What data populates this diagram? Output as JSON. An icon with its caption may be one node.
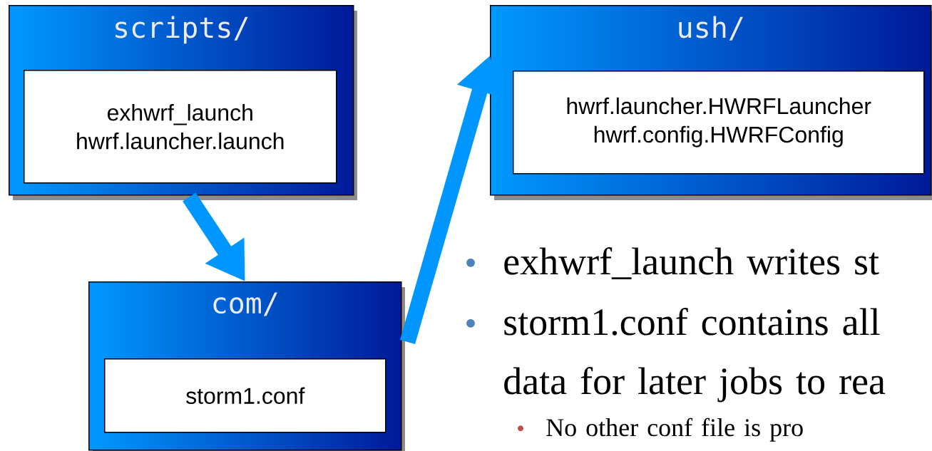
{
  "diagram": {
    "nodes": [
      {
        "text": [
          "scripts/"
        ]
      },
      {
        "text": [
          "exhwrf_launch hwrf.launcher.launch"
        ],
        "in": 0
      },
      {
        "text": [
          "ush/"
        ]
      },
      {
        "text": [
          "hwrf.launcher.HWRFLauncher hwrf.config.HWRFConfig"
        ],
        "in": 2
      },
      {
        "text": [
          "com/"
        ]
      },
      {
        "text": [
          "storm1.conf"
        ],
        "in": 4
      }
    ],
    "edges": [
      {
        "from": 0,
        "to": 4,
        "arrow": "to"
      },
      {
        "from": 4,
        "to": 2,
        "arrow": "to"
      }
    ],
    "labels": [
      "exhwrf_launch writes st",
      "storm1.conf contains all data for later jobs to rea",
      "No other conf file is pro"
    ]
  }
}
